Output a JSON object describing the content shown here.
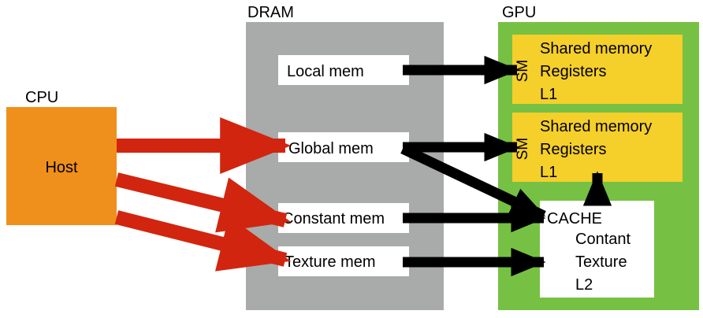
{
  "labels": {
    "dram": "DRAM",
    "gpu": "GPU",
    "cpu": "CPU"
  },
  "cpu_box": {
    "label": "Host",
    "color": "#f0901c"
  },
  "dram_panel": {
    "color": "#a8abaa"
  },
  "gpu_panel": {
    "color": "#76c143"
  },
  "dram_boxes": {
    "local": "Local mem",
    "global": "Global mem",
    "constant": "Constant mem",
    "texture": "Texture mem"
  },
  "sm_blocks": [
    {
      "tag": "SM",
      "lines": [
        "Shared memory",
        "Registers",
        "L1"
      ]
    },
    {
      "tag": "SM",
      "lines": [
        "Shared memory",
        "Registers",
        "L1"
      ]
    }
  ],
  "sm_color": "#f5cf2a",
  "cache_box": {
    "title": "CACHE",
    "lines": [
      "Contant",
      "Texture",
      "L2"
    ]
  },
  "arrow_colors": {
    "host": "#d1250f",
    "gpu": "#000000"
  }
}
